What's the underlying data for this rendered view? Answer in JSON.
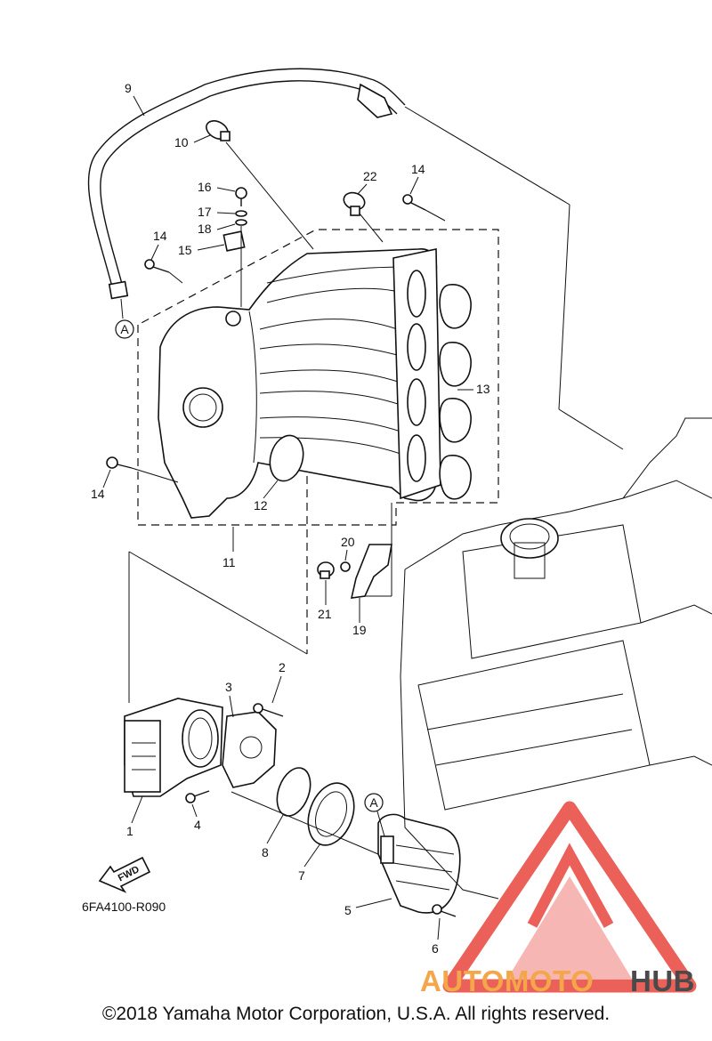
{
  "callouts": [
    {
      "id": "9",
      "label": "9"
    },
    {
      "id": "10",
      "label": "10"
    },
    {
      "id": "16",
      "label": "16"
    },
    {
      "id": "17",
      "label": "17"
    },
    {
      "id": "18",
      "label": "18"
    },
    {
      "id": "15",
      "label": "15"
    },
    {
      "id": "14a",
      "label": "14"
    },
    {
      "id": "14b",
      "label": "14"
    },
    {
      "id": "14c",
      "label": "14"
    },
    {
      "id": "22",
      "label": "22"
    },
    {
      "id": "13",
      "label": "13"
    },
    {
      "id": "12",
      "label": "12"
    },
    {
      "id": "11",
      "label": "11"
    },
    {
      "id": "20",
      "label": "20"
    },
    {
      "id": "21",
      "label": "21"
    },
    {
      "id": "19",
      "label": "19"
    },
    {
      "id": "2",
      "label": "2"
    },
    {
      "id": "3",
      "label": "3"
    },
    {
      "id": "1",
      "label": "1"
    },
    {
      "id": "4",
      "label": "4"
    },
    {
      "id": "8",
      "label": "8"
    },
    {
      "id": "7",
      "label": "7"
    },
    {
      "id": "5",
      "label": "5"
    },
    {
      "id": "6",
      "label": "6"
    }
  ],
  "markers": [
    {
      "id": "A1",
      "label": "A"
    },
    {
      "id": "A2",
      "label": "A"
    }
  ],
  "fwd_label": "FWD",
  "diagram_code": "6FA4100-R090",
  "copyright": "©2018 Yamaha Motor Corporation, U.S.A. All rights reserved.",
  "watermark": {
    "text_accent": "AUTOMOTO",
    "text_dark": "HUB",
    "accent_color": "#f3a64a",
    "dark_color": "#4a4a4a",
    "logo_color": "#e8453c"
  }
}
